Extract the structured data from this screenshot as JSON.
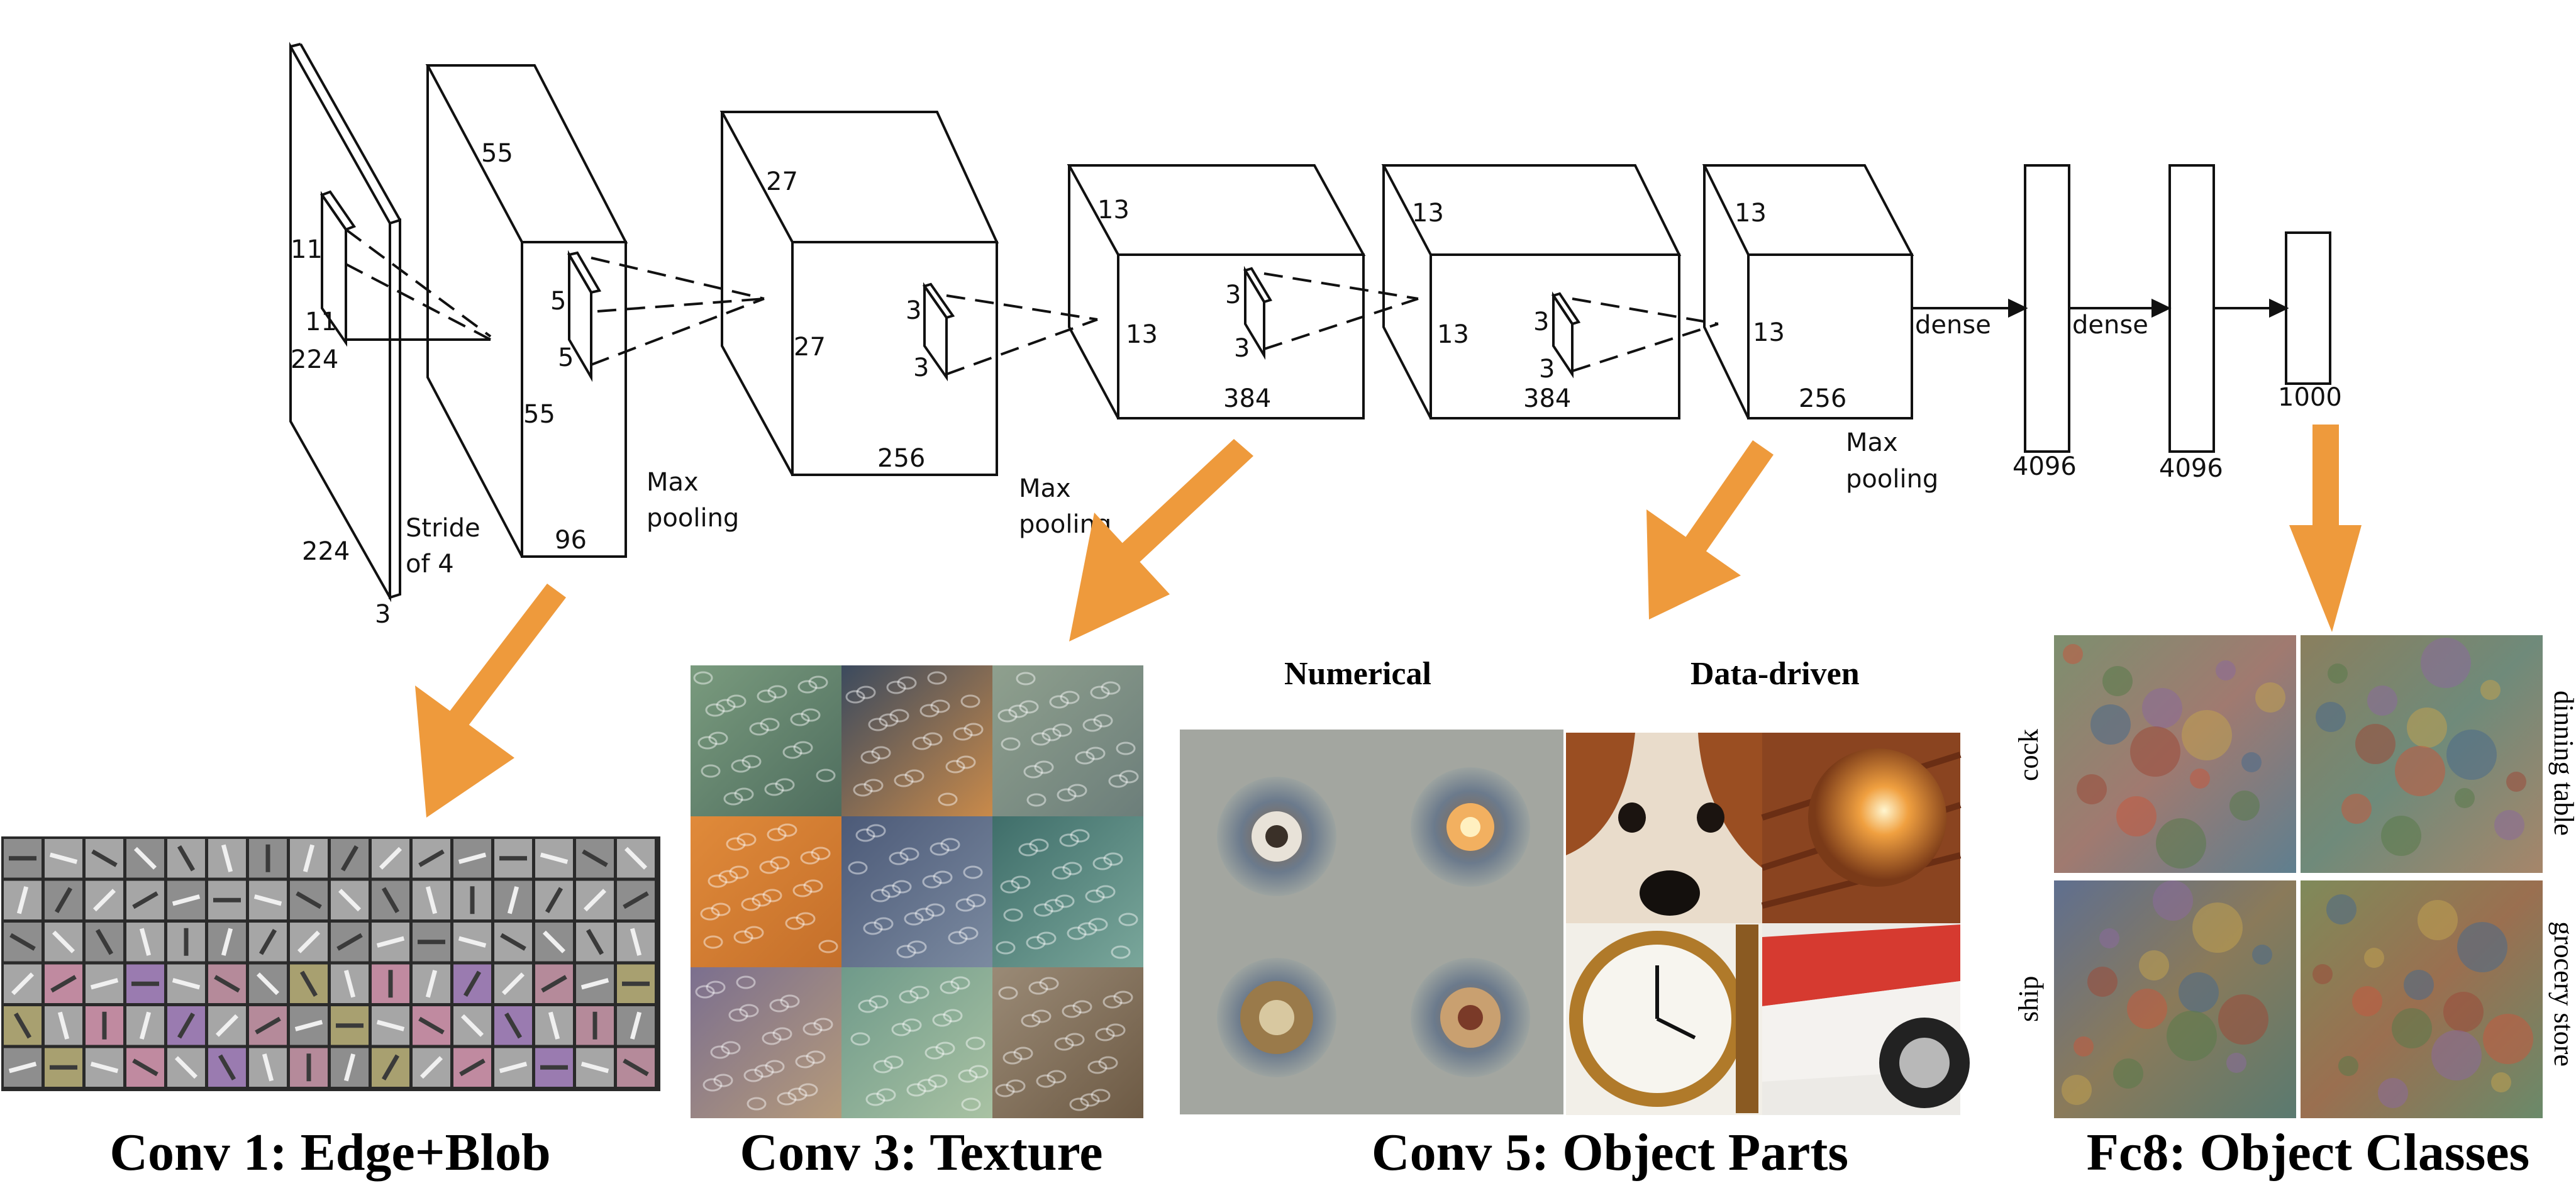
{
  "network": {
    "input": {
      "width": "224",
      "height": "224",
      "channels": "3",
      "kernel_w": "11",
      "kernel_h": "11"
    },
    "conv1": {
      "dim_a": "55",
      "dim_b": "55",
      "depth": "96",
      "kernel_w": "5",
      "kernel_h": "5",
      "stride_line1": "Stride",
      "stride_line2": "of 4"
    },
    "pool1": {
      "line1": "Max",
      "line2": "pooling"
    },
    "conv2": {
      "dim_a": "27",
      "dim_b": "27",
      "depth": "256",
      "kernel_w": "3",
      "kernel_h": "3"
    },
    "pool2": {
      "line1": "Max",
      "line2": "pooling"
    },
    "conv3": {
      "dim_a": "13",
      "dim_b": "13",
      "depth": "384",
      "kernel_w": "3",
      "kernel_h": "3"
    },
    "conv4": {
      "dim_a": "13",
      "dim_b": "13",
      "depth": "384",
      "kernel_w": "3",
      "kernel_h": "3"
    },
    "conv5": {
      "dim_a": "13",
      "dim_b": "13",
      "depth": "256"
    },
    "pool3": {
      "line1": "Max",
      "line2": "pooling"
    },
    "dense1": {
      "label": "dense",
      "size": "4096"
    },
    "dense2": {
      "label": "dense",
      "size": "4096"
    },
    "output": {
      "size": "1000"
    }
  },
  "panels": {
    "conv1": {
      "caption": "Conv 1: Edge+Blob"
    },
    "conv3": {
      "caption": "Conv 3: Texture"
    },
    "conv5": {
      "caption": "Conv 5: Object Parts",
      "header_left": "Numerical",
      "header_right": "Data-driven"
    },
    "fc8": {
      "caption": "Fc8: Object Classes",
      "classes": [
        "cock",
        "dinning table",
        "ship",
        "grocery store"
      ]
    }
  },
  "colors": {
    "arrow": "#ee9a3c",
    "line": "#111111"
  }
}
